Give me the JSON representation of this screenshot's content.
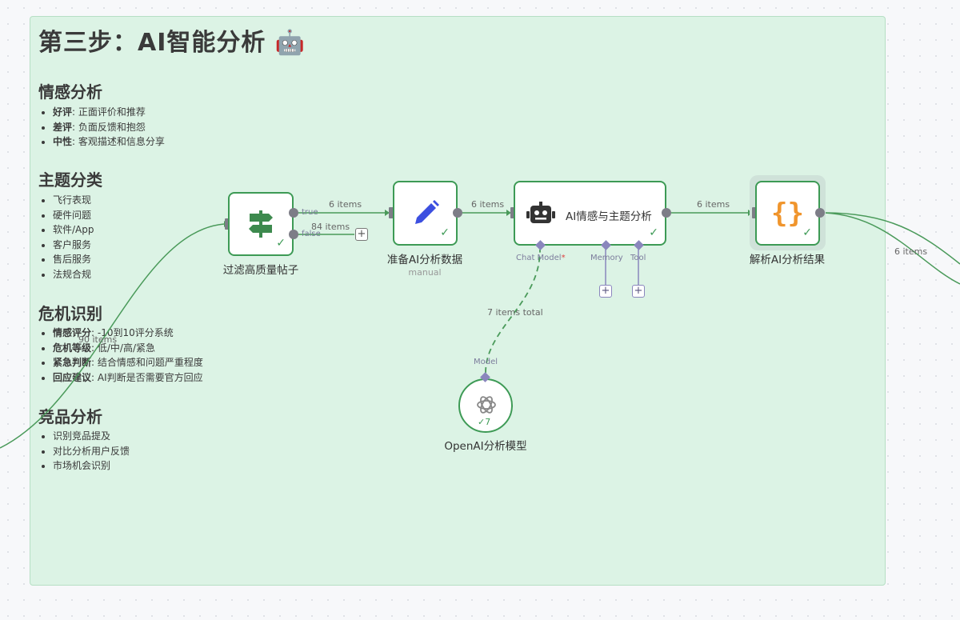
{
  "sticky_note": {
    "title": "第三步：AI智能分析 🤖",
    "sections": [
      {
        "heading": "情感分析",
        "items": [
          {
            "bold": "好评",
            "text": ": 正面评价和推荐"
          },
          {
            "bold": "差评",
            "text": ": 负面反馈和抱怨"
          },
          {
            "bold": "中性",
            "text": ": 客观描述和信息分享"
          }
        ]
      },
      {
        "heading": "主题分类",
        "items": [
          {
            "bold": "",
            "text": "飞行表现"
          },
          {
            "bold": "",
            "text": "硬件问题"
          },
          {
            "bold": "",
            "text": "软件/App"
          },
          {
            "bold": "",
            "text": "客户服务"
          },
          {
            "bold": "",
            "text": "售后服务"
          },
          {
            "bold": "",
            "text": "法规合规"
          }
        ]
      },
      {
        "heading": "危机识别",
        "items": [
          {
            "bold": "情感评分",
            "text": ": -10到10评分系统"
          },
          {
            "bold": "危机等级",
            "text": ": 低/中/高/紧急"
          },
          {
            "bold": "紧急判断",
            "text": ": 结合情感和问题严重程度"
          },
          {
            "bold": "回应建议",
            "text": ": AI判断是否需要官方回应"
          }
        ]
      },
      {
        "heading": "竞品分析",
        "items": [
          {
            "bold": "",
            "text": "识别竞品提及"
          },
          {
            "bold": "",
            "text": "对比分析用户反馈"
          },
          {
            "bold": "",
            "text": "市场机会识别"
          }
        ]
      }
    ]
  },
  "nodes": {
    "filter": {
      "label": "过滤高质量帖子",
      "icon": "signpost-icon",
      "true_label": "true",
      "false_label": "false"
    },
    "prepare": {
      "label": "准备AI分析数据",
      "sublabel": "manual",
      "icon": "pencil-icon"
    },
    "agent": {
      "label": "AI情感与主题分析",
      "icon": "robot-icon",
      "ports": {
        "chat_model": "Chat Model",
        "chat_model_required": "*",
        "memory": "Memory",
        "tool": "Tool"
      }
    },
    "parse": {
      "label": "解析AI分析结果",
      "icon": "code-braces-icon",
      "braces": "{}"
    },
    "model": {
      "label": "OpenAI分析模型",
      "icon": "openai-icon",
      "port_label": "Model",
      "run_count": "7"
    }
  },
  "connections": {
    "incoming": "90 items",
    "filter_true": "6 items",
    "filter_false": "84 items",
    "prepare_to_agent": "6 items",
    "agent_to_parse": "6 items",
    "parse_out": "6 items",
    "model_to_agent": "7 items total"
  },
  "colors": {
    "sticky_bg": "#dcf3e5",
    "node_border_success": "#3d9a55",
    "handle": "#7d7d87",
    "ai_port": "#8a86bd",
    "filter_icon": "#3d8a4e",
    "pencil_icon": "#3c4fe0",
    "braces_icon": "#f0952d"
  }
}
